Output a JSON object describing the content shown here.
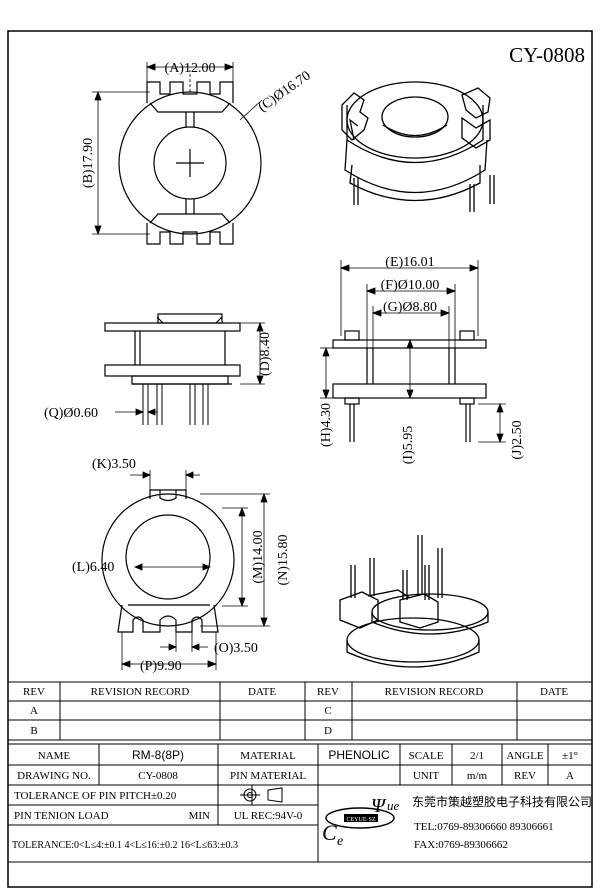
{
  "title": "CY-0808",
  "dims": {
    "a": "(A)12.00",
    "b": "(B)17.90",
    "c": "(C)Ø16.70",
    "e": "(E)16.01",
    "f": "(F)Ø10.00",
    "g": "(G)Ø8.80",
    "d": "(D)8.40",
    "h": "(H)4.30",
    "i": "(I)5.95",
    "j": "(J)2.50",
    "q": "(Q)Ø0.60",
    "k": "(K)3.50",
    "l": "(L)6.40",
    "m": "(M)14.00",
    "n": "(N)15.80",
    "o": "(O)3.50",
    "p": "(P)9.90"
  },
  "revision": {
    "rev_header": "REV",
    "record_header": "REVISION RECORD",
    "date_header": "DATE",
    "rows_left": [
      "A",
      "B"
    ],
    "rows_right": [
      "C",
      "D"
    ]
  },
  "titleblock": {
    "name_label": "NAME",
    "name_value": "RM-8(8P)",
    "material_label": "MATERIAL",
    "material_value": "PHENOLIC",
    "scale_label": "SCALE",
    "scale_value": "2/1",
    "angle_label": "ANGLE",
    "angle_value": "±1°",
    "drawing_label": "DRAWING NO.",
    "drawing_value": "CY-0808",
    "pin_material_label": "PIN MATERIAL",
    "unit_label": "UNIT",
    "unit_value": "m/m",
    "rev_label": "REV",
    "rev_value": "A",
    "tolerance_pitch": "TOLERANCE OF PIN PITCH±0.20",
    "pin_tension": "PIN TENION LOAD",
    "min_label": "MIN",
    "ul_rec": "UL REC:94V-0",
    "tolerance": "TOLERANCE:0<L≤4:±0.1   4<L≤16:±0.2   16<L≤63:±0.3",
    "company": "东莞市策越塑胶电子科技有限公司",
    "tel": "TEL:0769-89306660 89306661",
    "fax": "FAX:0769-89306662",
    "logo_c": "C",
    "logo_e": "e",
    "logo_psi": "Ψ",
    "logo_ue": "ue",
    "logo_band": "CEYUE·SZ"
  }
}
